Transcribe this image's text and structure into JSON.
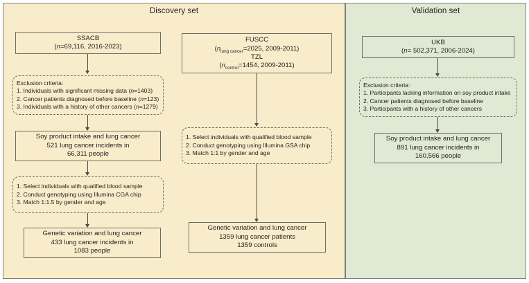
{
  "panels": {
    "discovery": {
      "title": "Discovery set",
      "bg": "#f9eccb"
    },
    "validation": {
      "title": "Validation set",
      "bg": "#dfe9d3"
    }
  },
  "discovery": {
    "ssacb": {
      "line1": "SSACB",
      "line2": "(n=69,116, 2016-2023)"
    },
    "exclusion": {
      "heading": "Exclusion criteria:",
      "item1": "1. Individuals with significant missing data (n=1403)",
      "item2": "2. Cancer patients diagnosed before baseline (n=123)",
      "item3": "3. Individuals with a history of other cancers (n=1279)"
    },
    "soy_outcome": {
      "line1": "Soy product intake and lung cancer",
      "line2": "521 lung cancer incidents in",
      "line3": "66,311 people"
    },
    "methods": {
      "item1": "1. Select individuals with qualified blood sample",
      "item2": "2. Conduct genotyping using Illumina CGA chip",
      "item3": "3. Match 1:1.5 by gender and age"
    },
    "genetic_outcome": {
      "line1": "Genetic variation and lung cancer",
      "line2": "433 lung cancer incidents in",
      "line3": "1083 people"
    }
  },
  "fuscc": {
    "source": {
      "line1": "FUSCC",
      "line2": "(n_lung cancer =2025, 2009-2011)",
      "line3": "TZL",
      "line4": "(n_control =1454, 2009-2011)"
    },
    "methods": {
      "item1": "1. Select individuals with qualified blood sample",
      "item2": "2. Conduct genotyping using Illumina GSA chip",
      "item3": "3. Match 1:1 by gender and age"
    },
    "genetic_outcome": {
      "line1": "Genetic variation and lung cancer",
      "line2": "1359 lung cancer patients",
      "line3": "1359 controls"
    }
  },
  "validation": {
    "ukb": {
      "line1": "UKB",
      "line2": "(n= 502,371, 2006-2024)"
    },
    "exclusion": {
      "heading": "Exclusion criteria:",
      "item1": "1. Participants lacking information on soy product intake",
      "item2": "2. Cancer patients diagnosed before baseline",
      "item3": "3. Participants with a history of other cancers"
    },
    "soy_outcome": {
      "line1": "Soy product intake and lung cancer",
      "line2": "891 lung cancer incidents in",
      "line3": "160,566 people"
    }
  },
  "colors": {
    "discovery_bg": "#f9eccb",
    "validation_bg": "#dfe9d3",
    "border": "#6e6f64",
    "text": "#231f20"
  }
}
